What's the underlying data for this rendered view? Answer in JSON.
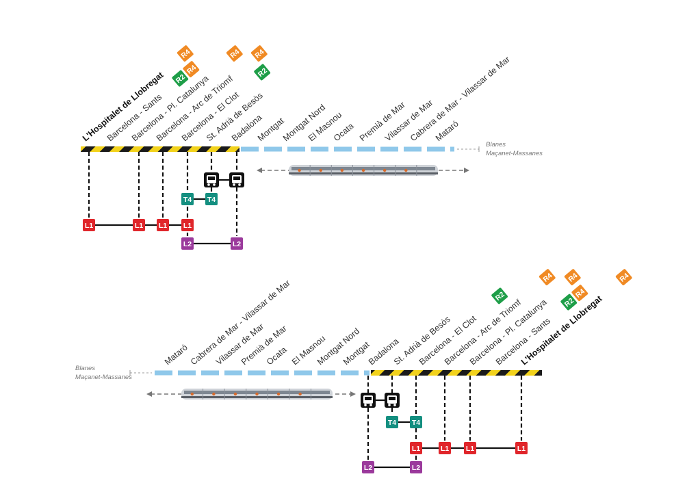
{
  "colors": {
    "rodalies_hazard_dark": "#1a1a1a",
    "rodalies_hazard_yellow": "#f2d21b",
    "coast_line": "#8fc8ea",
    "R4": "#f08a24",
    "R2": "#1e9e48",
    "L1": "#e0262b",
    "L2": "#9b3a9c",
    "T4": "#148f80",
    "bus": "#111111"
  },
  "icons": {
    "bus": "bus-icon",
    "train": "train-icon",
    "arrow": "double-arrow-icon"
  },
  "top": {
    "stations": [
      {
        "name": "L'Hospitalet de Llobregat",
        "bold": true,
        "badges": [
          "R4"
        ]
      },
      {
        "name": "Barcelona - Sants",
        "bold": false,
        "badges": [
          "R2",
          "R4"
        ]
      },
      {
        "name": "Barcelona - Pl. Catalunya",
        "bold": false,
        "badges": [
          "R4"
        ]
      },
      {
        "name": "Barcelona - Arc de Triomf",
        "bold": false,
        "badges": [
          "R4"
        ]
      },
      {
        "name": "Barcelona - El Clot",
        "bold": false,
        "badges": [
          "R2"
        ]
      },
      {
        "name": "St. Adrià de Besòs",
        "bold": false,
        "badges": []
      },
      {
        "name": "Badalona",
        "bold": false,
        "badges": []
      },
      {
        "name": "Montgat",
        "bold": false,
        "badges": []
      },
      {
        "name": "Montgat Nord",
        "bold": false,
        "badges": []
      },
      {
        "name": "El Masnou",
        "bold": false,
        "badges": []
      },
      {
        "name": "Ocata",
        "bold": false,
        "badges": []
      },
      {
        "name": "Premià de Mar",
        "bold": false,
        "badges": []
      },
      {
        "name": "Vilassar de Mar",
        "bold": false,
        "badges": []
      },
      {
        "name": "Cabrera de Mar - Vilassar de Mar",
        "bold": false,
        "badges": []
      },
      {
        "name": "Mataró",
        "bold": false,
        "badges": []
      }
    ],
    "destination": [
      "Blanes",
      "Maçanet-Massanes"
    ],
    "connections": {
      "L1": [
        "L1",
        "L1",
        "L1",
        "L1"
      ],
      "L2": [
        "L2",
        "L2"
      ],
      "T4": [
        "T4",
        "T4"
      ]
    }
  },
  "bottom": {
    "stations": [
      {
        "name": "Mataró",
        "bold": false,
        "badges": []
      },
      {
        "name": "Cabrera de Mar - Vilassar de Mar",
        "bold": false,
        "badges": []
      },
      {
        "name": "Vilassar de Mar",
        "bold": false,
        "badges": []
      },
      {
        "name": "Premià de Mar",
        "bold": false,
        "badges": []
      },
      {
        "name": "Ocata",
        "bold": false,
        "badges": []
      },
      {
        "name": "El Masnou",
        "bold": false,
        "badges": []
      },
      {
        "name": "Montgat Nord",
        "bold": false,
        "badges": []
      },
      {
        "name": "Montgat",
        "bold": false,
        "badges": []
      },
      {
        "name": "Badalona",
        "bold": false,
        "badges": []
      },
      {
        "name": "St. Adrià de Besòs",
        "bold": false,
        "badges": []
      },
      {
        "name": "Barcelona - El Clot",
        "bold": false,
        "badges": [
          "R2"
        ]
      },
      {
        "name": "Barcelona - Arc de Triomf",
        "bold": false,
        "badges": [
          "R4"
        ]
      },
      {
        "name": "Barcelona - Pl. Catalunya",
        "bold": false,
        "badges": [
          "R4"
        ]
      },
      {
        "name": "Barcelona - Sants",
        "bold": false,
        "badges": [
          "R2",
          "R4"
        ]
      },
      {
        "name": "L'Hospitalet de Llobregat",
        "bold": true,
        "badges": [
          "R4"
        ]
      }
    ],
    "destination": [
      "Blanes",
      "Maçanet-Massanes"
    ],
    "connections": {
      "L1": [
        "L1",
        "L1",
        "L1",
        "L1"
      ],
      "L2": [
        "L2",
        "L2"
      ],
      "T4": [
        "T4",
        "T4"
      ]
    }
  }
}
